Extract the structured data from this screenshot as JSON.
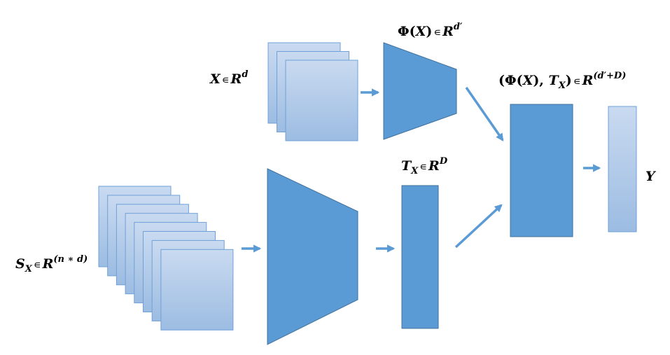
{
  "colors": {
    "block": "#5B9BD5",
    "block_edge": "#41719C",
    "sheet_top": "#C9DAF0",
    "sheet_bottom": "#9CBCE2",
    "sheet_edge": "#6FA0D8",
    "arrow": "#5B9BD5",
    "text": "#000000"
  },
  "diagram": {
    "input_x": {
      "count": 3
    },
    "input_sx": {
      "count": 8
    },
    "output_y": {
      "name": "Y"
    }
  },
  "labels": {
    "x_in": {
      "var": "X",
      "op": "∊",
      "space": "R",
      "exp": "d"
    },
    "phi": {
      "open": "(",
      "var": "X",
      "close": ")",
      "op": "∊",
      "space": "R",
      "exp": "d′"
    },
    "concat": {
      "open": "(",
      "var": "X",
      "mid": "), ",
      "t": "T",
      "t_sub": "X",
      "close": ")",
      "op": "∊",
      "space": "R",
      "exp": "(d′+D)"
    },
    "tx": {
      "var": "T",
      "sub": "X",
      "op": "∊",
      "space": "R",
      "exp": "D"
    },
    "sx": {
      "var": "S",
      "sub": "X",
      "op": "∊",
      "space": "R",
      "exp": "(n ∗ d)"
    },
    "y": "Y"
  }
}
